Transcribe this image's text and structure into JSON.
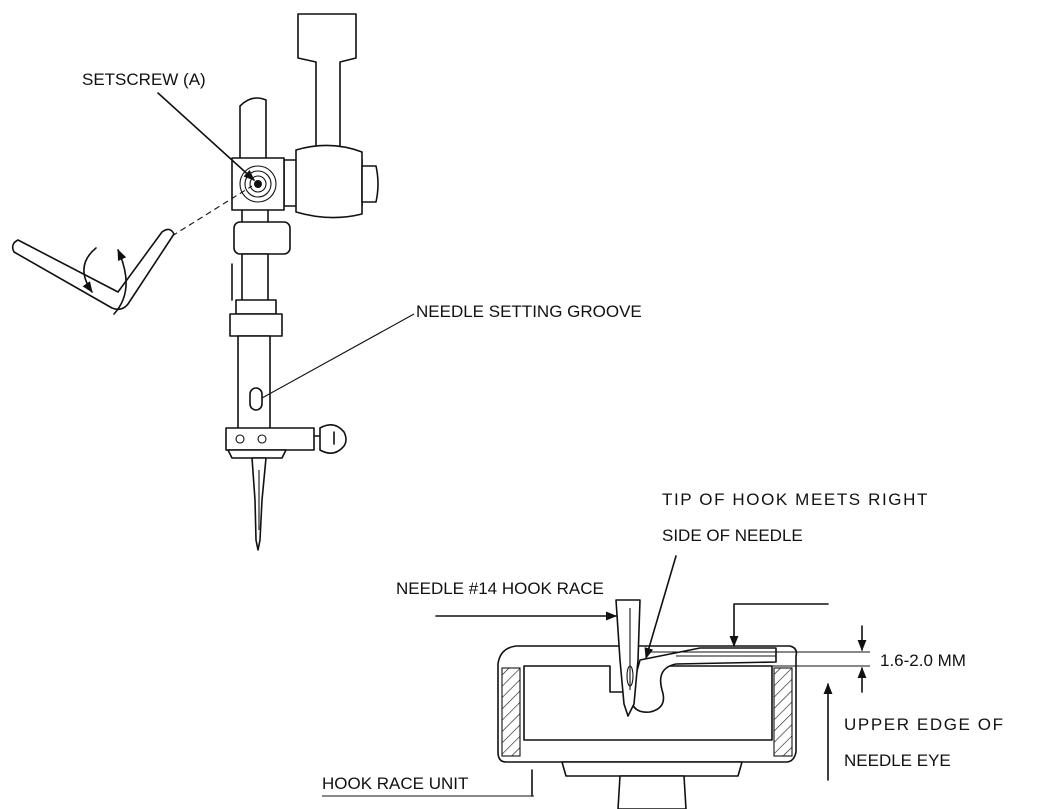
{
  "labels": {
    "setscrew": "SETSCREW (A)",
    "needle_setting_groove": "NEEDLE SETTING GROOVE",
    "tip_line1": "TIP OF HOOK MEETS RIGHT",
    "tip_line2": "SIDE OF NEEDLE",
    "needle_hook_race": "NEEDLE #14 HOOK RACE",
    "dimension": "1.6-2.0 MM",
    "upper_edge_line1": "UPPER EDGE OF",
    "upper_edge_line2": "NEEDLE EYE",
    "hook_race_unit": "HOOK RACE UNIT"
  },
  "colors": {
    "ink": "#111111",
    "background": "#ffffff"
  }
}
